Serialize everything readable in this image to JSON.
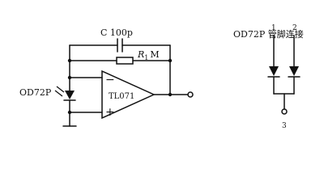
{
  "circuit": {
    "capacitor_label": "C 100p",
    "resistor_label_symbol": "R",
    "resistor_label_sub": "1",
    "resistor_label_value": "M",
    "photodiode_label": "OD72P",
    "opamp_label": "TL071",
    "opamp_minus": "−",
    "opamp_plus": "+"
  },
  "pinout": {
    "title": "OD72P 管脚连接",
    "pin1": "1",
    "pin2": "2",
    "pin3": "3"
  }
}
